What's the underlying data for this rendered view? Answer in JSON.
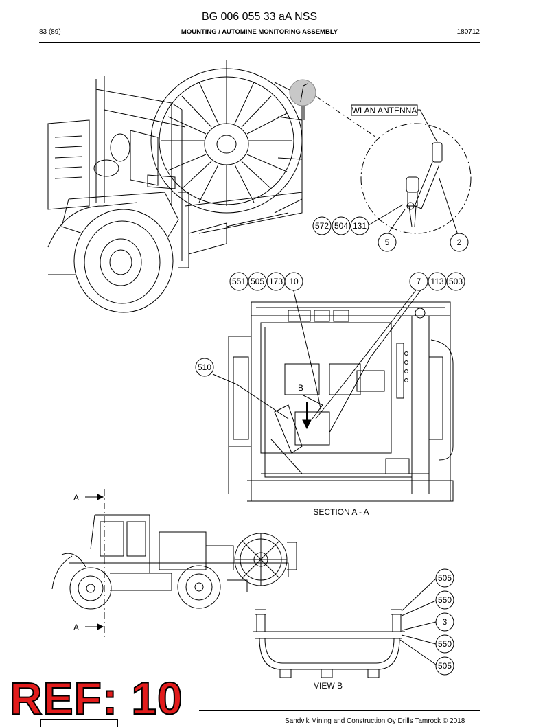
{
  "header": {
    "title": "BG 006 055 33 aA NSS",
    "page": "83 (89)",
    "subtitle": "MOUNTING / AUTOMINE MONITORING ASSEMBLY",
    "date": "180712"
  },
  "labels": {
    "wlan_antenna": "WLAN ANTENNA",
    "section": "SECTION A - A",
    "view": "VIEW B",
    "detail_b": "B",
    "section_marker_top": "A",
    "section_marker_bottom": "A"
  },
  "callouts": {
    "antenna_group": [
      "572",
      "504",
      "131"
    ],
    "antenna_5": "5",
    "antenna_2": "2",
    "cab_left_group": [
      "551",
      "505",
      "173",
      "10"
    ],
    "cab_right_group": [
      "7",
      "113",
      "503"
    ],
    "cab_510": "510",
    "view_b": [
      "505",
      "550",
      "3",
      "550",
      "505"
    ]
  },
  "stamp": {
    "text": "REF: 10",
    "color": "#e21c1c"
  },
  "footer": {
    "text": "Sandvik Mining and Construction Oy Drills Tamrock © 2018"
  }
}
